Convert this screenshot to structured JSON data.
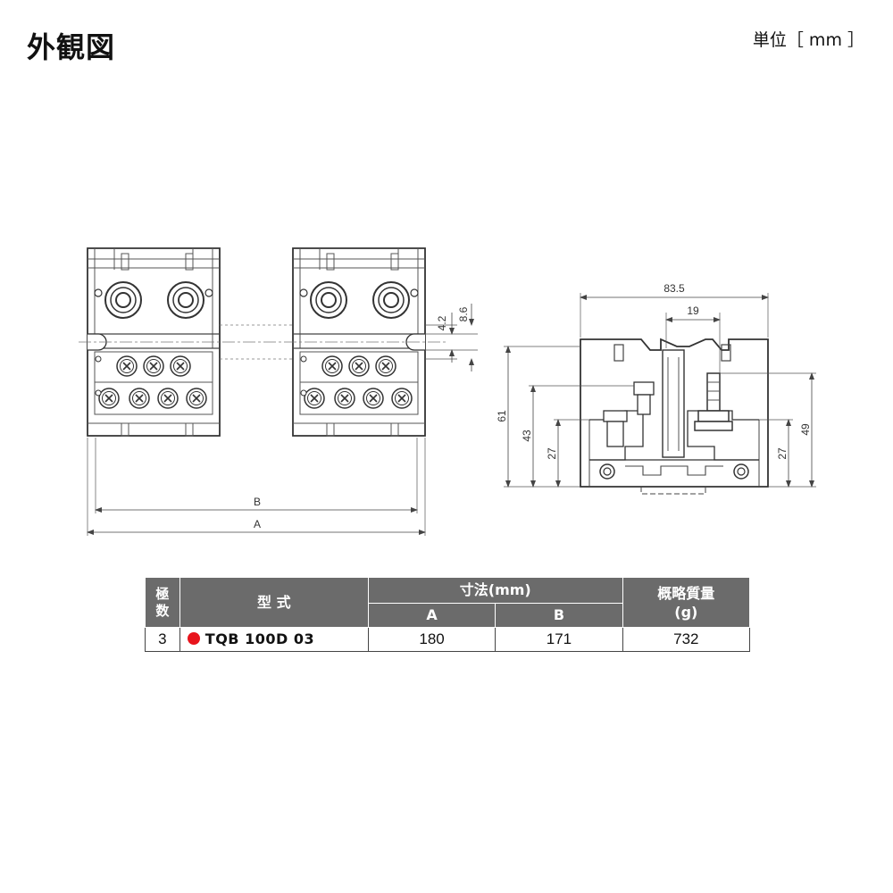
{
  "page": {
    "title": "外観図",
    "unit": "単位［ mm ］"
  },
  "dimensions": {
    "front": {
      "a": "A",
      "b": "B",
      "d42": "4.2",
      "d86": "8.6"
    },
    "side": {
      "w835": "83.5",
      "w19": "19",
      "h61": "61",
      "h43": "43",
      "h27l": "27",
      "h27r": "27",
      "h49": "49"
    }
  },
  "table": {
    "header": {
      "poles": "極数",
      "model": "型 式",
      "dims": "寸法(mm)",
      "a": "A",
      "b": "B",
      "mass": "概略質量",
      "mass_unit": "(g)"
    },
    "rows": [
      {
        "poles": "3",
        "model": "TQB 100D 03",
        "a": "180",
        "b": "171",
        "mass": "732"
      }
    ],
    "colors": {
      "header_bg": "#6b6b6b",
      "bullet": "#e8141c"
    }
  }
}
